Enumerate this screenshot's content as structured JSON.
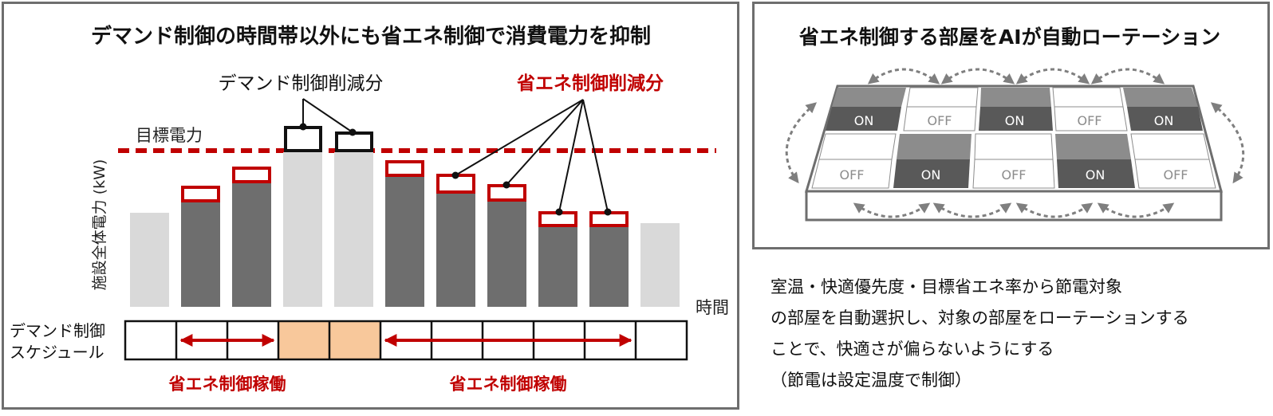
{
  "left_panel": {
    "title": "デマンド制御の時間帯以外にも省エネ制御で消費電力を抑制",
    "demand_reduction_label": "デマンド制御削減分",
    "energy_saving_reduction_label": "省エネ制御削減分",
    "target_power_label": "目標電力",
    "y_axis_label": "施設全体電力 (kW)",
    "x_axis_label": "時間",
    "schedule_label_line1": "デマンド制御",
    "schedule_label_line2": "スケジュール",
    "operation_label_1": "省エネ制御稼働",
    "operation_label_2": "省エネ制御稼働"
  },
  "right_panel": {
    "title": "省エネ制御する部屋をAIが自動ローテーション",
    "rooms_back_row": [
      "ON",
      "OFF",
      "ON",
      "OFF",
      "ON"
    ],
    "rooms_front_row": [
      "OFF",
      "ON",
      "OFF",
      "ON",
      "OFF"
    ]
  },
  "description": {
    "line1": "室温・快適優先度・目標省エネ率から節電対象",
    "line2": "の部屋を自動選択し、対象の部屋をローテーションする",
    "line3": "ことで、快適さが偏らないようにする",
    "line4": "（節電は設定温度で制御）"
  },
  "colors": {
    "bar_dark": "#6e6e6e",
    "bar_light": "#d9d9d9",
    "accent_red": "#c00000",
    "schedule_demand_fill": "#f8c89b",
    "room_on": "#595959",
    "room_on_top": "#8c8c8c",
    "room_off": "#ffffff",
    "arrow_gray": "#7f7f7f"
  }
}
